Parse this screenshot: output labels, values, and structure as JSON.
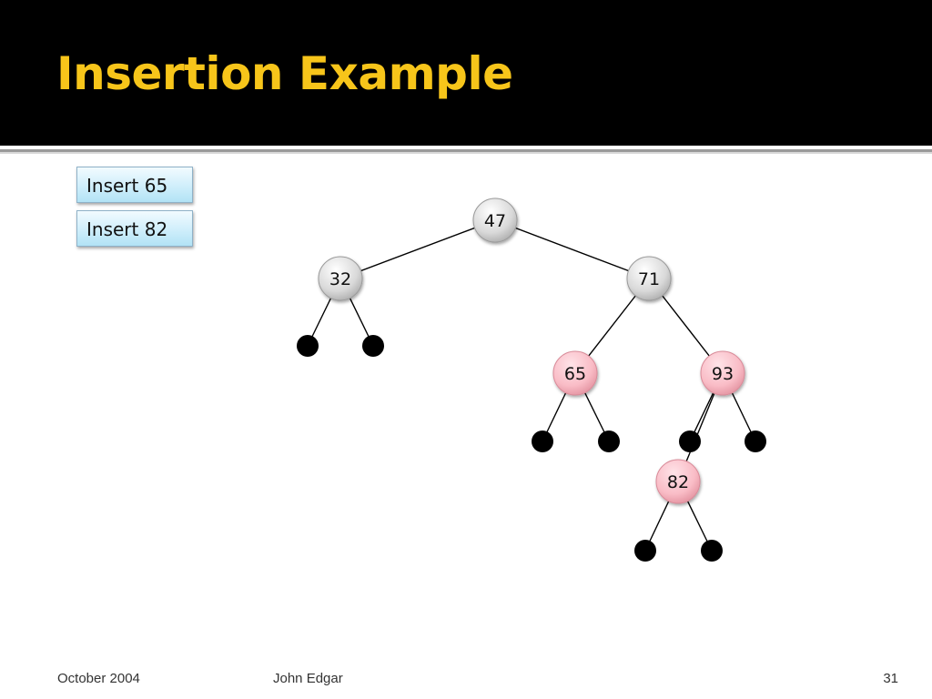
{
  "slide": {
    "title": "Insertion Example",
    "steps": [
      "Insert 65",
      "Insert 82"
    ]
  },
  "tree": {
    "nodes": [
      {
        "id": "n47",
        "label": "47",
        "color": "gray"
      },
      {
        "id": "n32",
        "label": "32",
        "color": "gray"
      },
      {
        "id": "n71",
        "label": "71",
        "color": "gray"
      },
      {
        "id": "n65",
        "label": "65",
        "color": "red"
      },
      {
        "id": "n93",
        "label": "93",
        "color": "red"
      },
      {
        "id": "n82",
        "label": "82",
        "color": "red"
      }
    ],
    "edges": [
      [
        "n47",
        "n32"
      ],
      [
        "n47",
        "n71"
      ],
      [
        "n32",
        "nil-a"
      ],
      [
        "n32",
        "nil-b"
      ],
      [
        "n71",
        "n65"
      ],
      [
        "n71",
        "n93"
      ],
      [
        "n65",
        "nil-c"
      ],
      [
        "n65",
        "nil-d"
      ],
      [
        "n93",
        "n82"
      ],
      [
        "n93",
        "nil-f"
      ],
      [
        "n82",
        "nil-g"
      ],
      [
        "n82",
        "nil-h"
      ]
    ],
    "colors": {
      "gray": "#d9d9d9",
      "red": "#f9bcc6",
      "leaf": "#000000",
      "title": "#f7c51a"
    }
  },
  "footer": {
    "date": "October 2004",
    "author": "John Edgar",
    "page": "31"
  }
}
